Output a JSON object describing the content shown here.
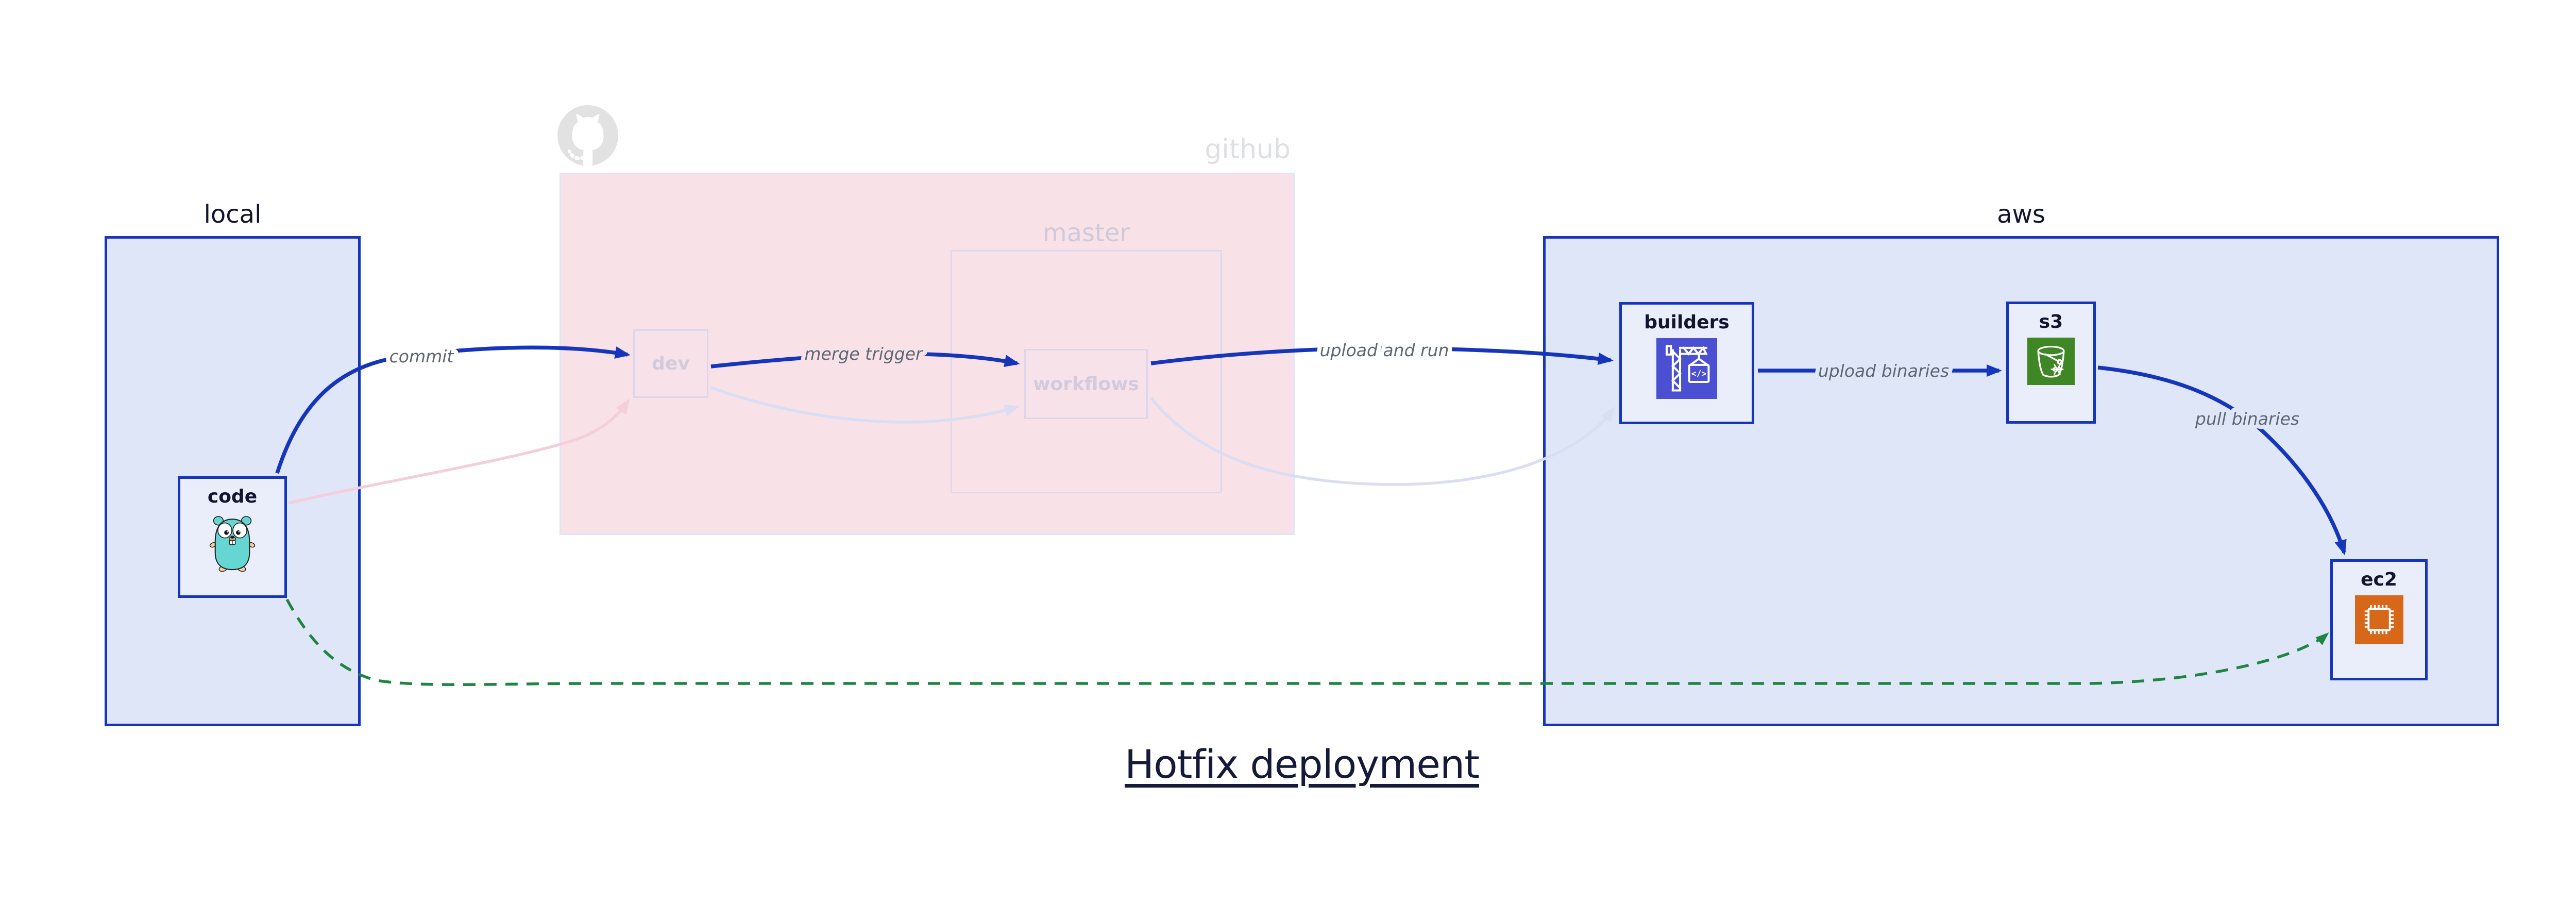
{
  "title": "Hotfix deployment",
  "groups": {
    "local": {
      "label": "local"
    },
    "github": {
      "label": "github",
      "logo": "octocat-icon"
    },
    "master": {
      "label": "master"
    },
    "aws": {
      "label": "aws"
    }
  },
  "nodes": {
    "code": {
      "label": "code",
      "icon": "gopher-icon"
    },
    "dev": {
      "label": "dev"
    },
    "workflows": {
      "label": "workflows"
    },
    "builders": {
      "label": "builders",
      "icon": "codebuild-crane-icon"
    },
    "s3": {
      "label": "s3",
      "icon": "s3-bucket-snowflake-icon"
    },
    "ec2": {
      "label": "ec2",
      "icon": "ec2-chip-icon"
    }
  },
  "edges": {
    "commit": {
      "label": "commit",
      "from": "code",
      "to": "dev",
      "style": "solid-blue"
    },
    "code_to_dev_faded": {
      "label": "",
      "from": "code",
      "to": "dev",
      "style": "faded-pink"
    },
    "merge_trigger": {
      "label": "merge trigger",
      "from": "dev",
      "to": "workflows",
      "style": "solid-blue"
    },
    "dev_to_workflows_faded": {
      "label": "",
      "from": "dev",
      "to": "workflows",
      "style": "faded-lavender"
    },
    "upload_and_run": {
      "label": "upload and run",
      "from": "workflows",
      "to": "builders",
      "style": "solid-blue"
    },
    "workflows_to_builders_faded": {
      "label": "",
      "from": "workflows",
      "to": "builders",
      "style": "faded-lavender"
    },
    "upload_binaries": {
      "label": "upload binaries",
      "from": "builders",
      "to": "s3",
      "style": "solid-blue"
    },
    "pull_binaries": {
      "label": "pull binaries",
      "from": "s3",
      "to": "ec2",
      "style": "solid-blue"
    },
    "hotfix_path": {
      "label": "",
      "from": "code",
      "to": "ec2",
      "style": "dashed-green"
    }
  },
  "colors": {
    "blue_border": "#1535bb",
    "blue_arrow": "#1535bb",
    "group_fill": "#dfe6f8",
    "node_fill": "#eaeefb",
    "pink_fill": "#f9e1e8",
    "pink_border": "#dfe4f6",
    "master_border": "#ded8ec",
    "faded_node_fill": "#f8e2e9",
    "faded_text": "#d3cbdc",
    "ghost_gray": "#dfe0e2",
    "edge_label_gray": "#5f6673",
    "navy_text": "#11152f",
    "green_dash": "#1f8542",
    "pink_arrow": "#f3cfdb",
    "lavender_arrow": "#dadef2",
    "codebuild_bg": "#4b50d2",
    "s3_bg": "#3f8624",
    "ec2_bg": "#d86819",
    "gopher_teal": "#66d6d3",
    "octocat_gray": "#e2e2e2"
  }
}
